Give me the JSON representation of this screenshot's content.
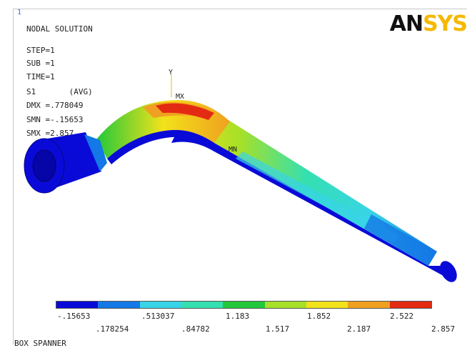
{
  "window_number": "1",
  "logo": {
    "part1": "AN",
    "part2": "SYS"
  },
  "info": {
    "title": "NODAL SOLUTION",
    "step": "STEP=1",
    "sub": "SUB =1",
    "time": "TIME=1",
    "stress": "S1       (AVG)",
    "dmx": "DMX =.778049",
    "smn": "SMN =-.15653",
    "smx": "SMX =2.857"
  },
  "markers": {
    "mx": "MX",
    "mn": "MN",
    "axis_y": "Y"
  },
  "legend": {
    "colors": [
      "#0a0ad8",
      "#1478e6",
      "#38d4e8",
      "#34e0b0",
      "#22c83a",
      "#a6e028",
      "#f2e21a",
      "#f0a020",
      "#e32a12"
    ],
    "labels_top": [
      "-.15653",
      ".513037",
      "1.183",
      "1.852",
      "2.522"
    ],
    "labels_bottom": [
      ".178254",
      ".84782",
      "1.517",
      "2.187",
      "2.857"
    ]
  },
  "footer": "BOX SPANNER"
}
